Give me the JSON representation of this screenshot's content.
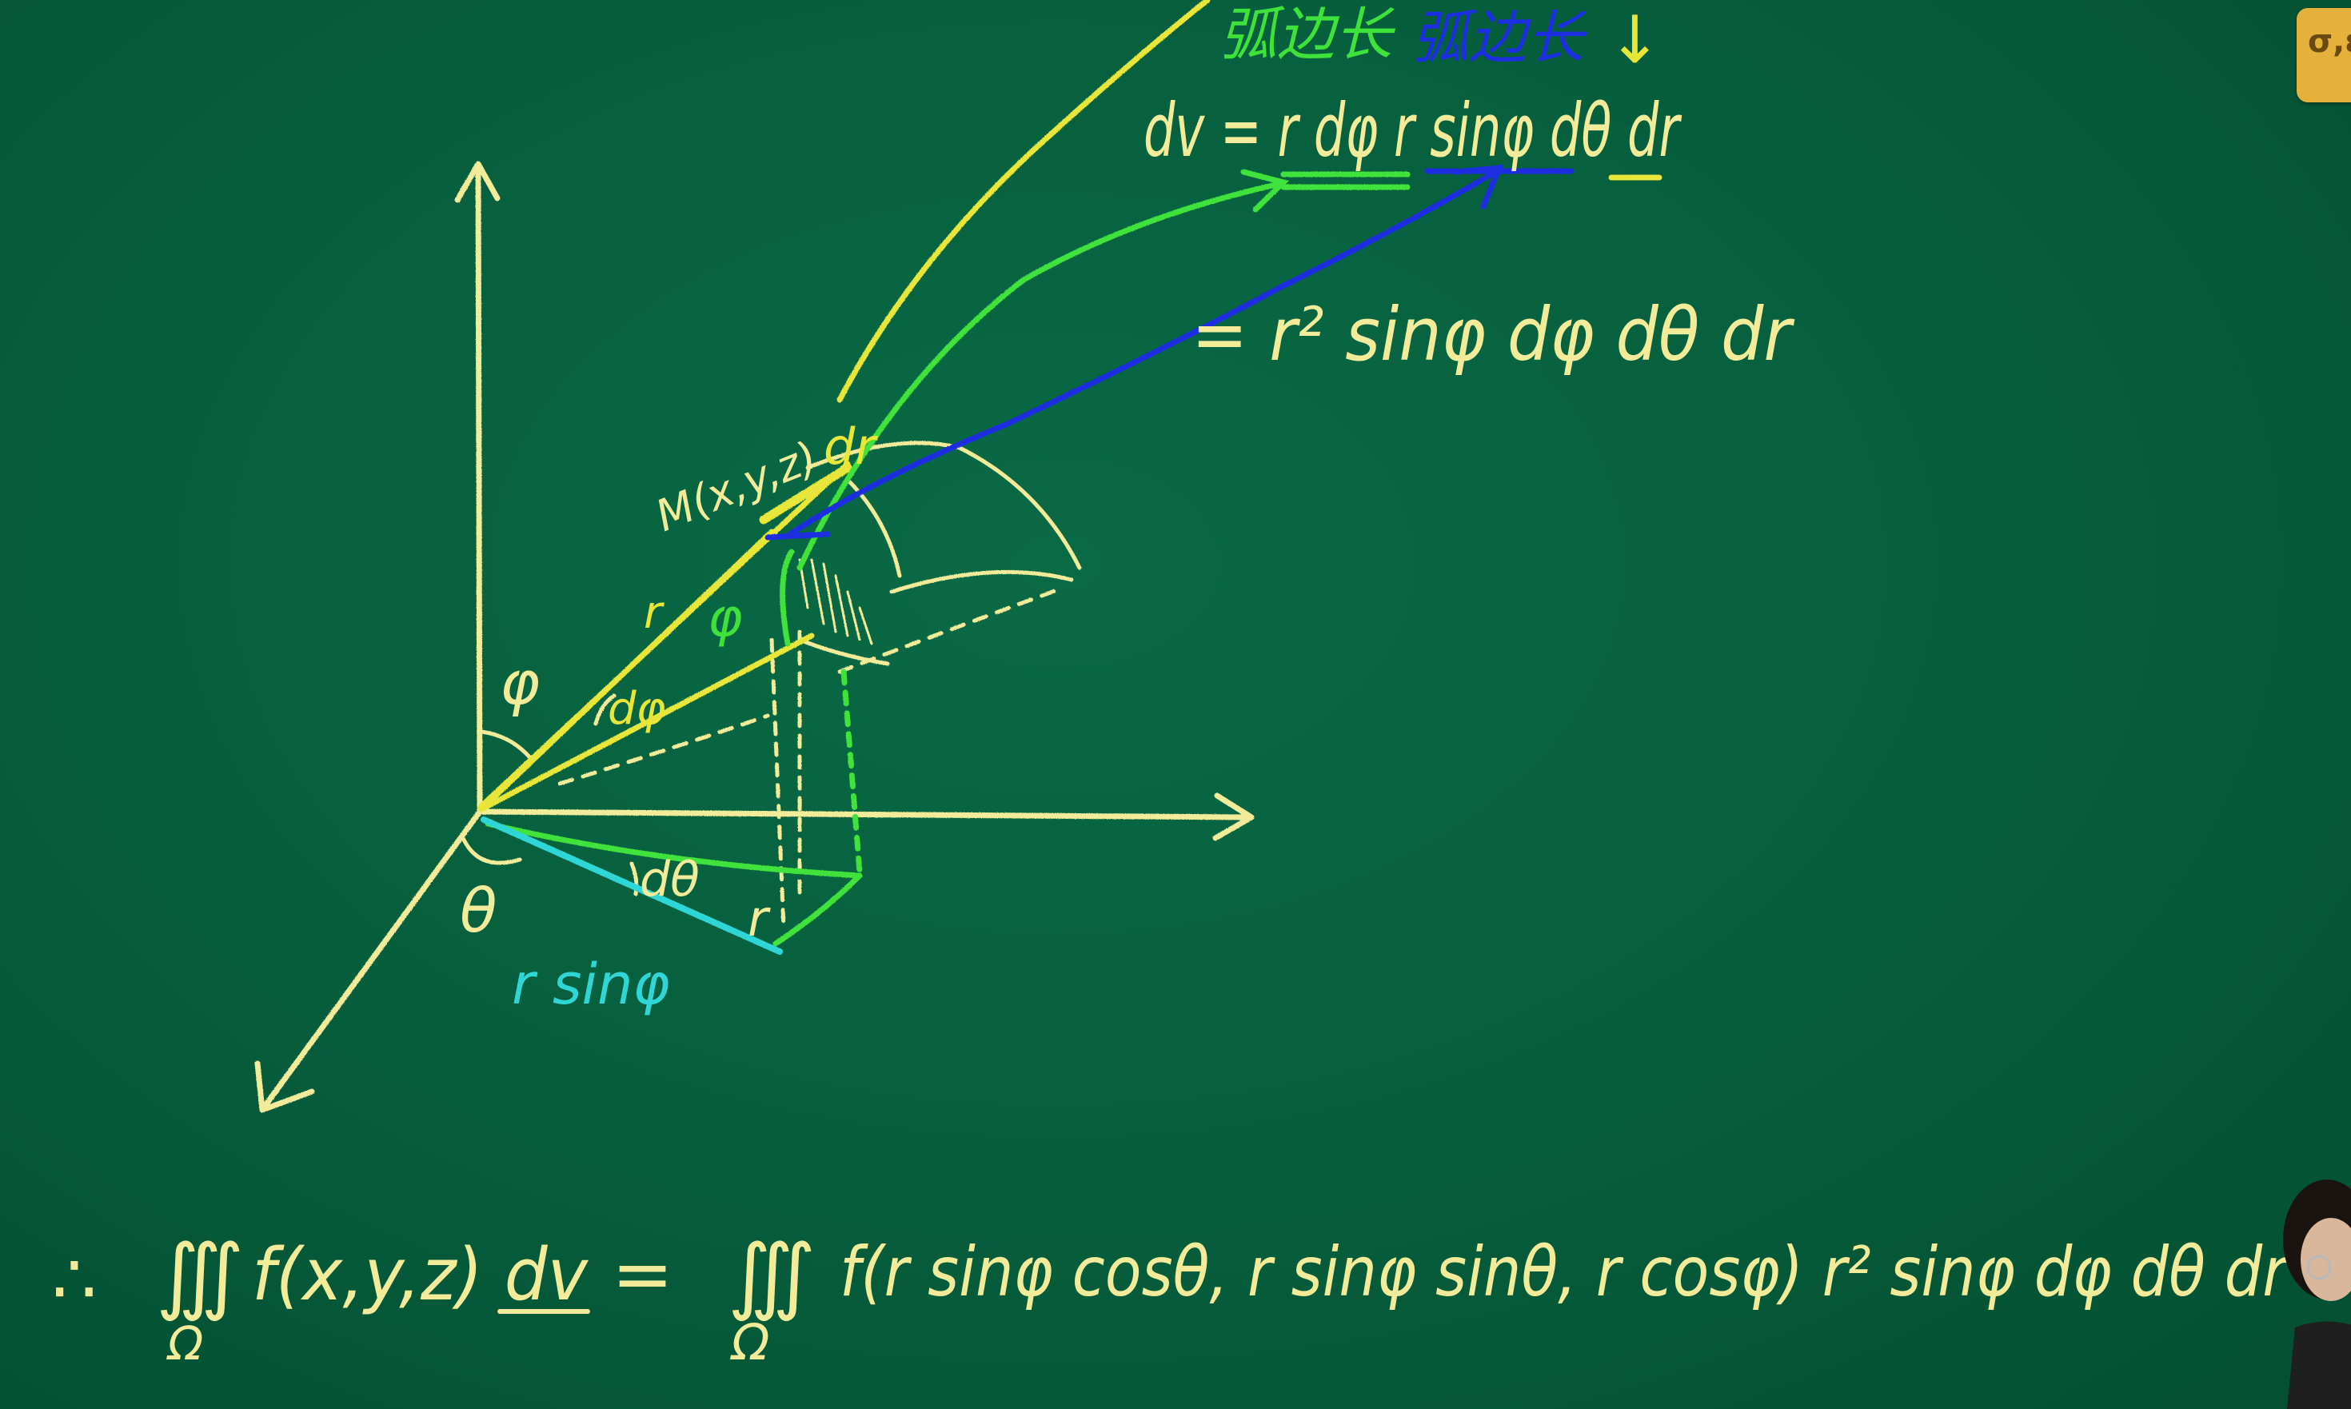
{
  "board": {
    "background_color": "#065d3c",
    "chalk_colors": {
      "cream": "#f2ec9a",
      "yellow": "#e9e63a",
      "green": "#3fe23a",
      "blue": "#1c2fe0",
      "cyan": "#2fd6d6"
    }
  },
  "header": {
    "label_green": "弧边长",
    "label_blue": "弧边长",
    "arrow": "↓"
  },
  "formula": {
    "line1": "dv = r dφ r sinφ dθ dr",
    "line2": "= r² sinφ dφ dθ dr"
  },
  "diagram": {
    "angle_phi": "φ",
    "angle_dphi": "dφ",
    "angle_theta": "θ",
    "angle_dtheta": "dθ",
    "point_label": "M(x,y,z)",
    "edge_dr": "dr",
    "edge_r": "r",
    "inner_phi": "φ",
    "projected_r": "r",
    "projected_rsin": "r sinφ"
  },
  "conclusion": {
    "therefore": "∴",
    "integral": "∭",
    "domain": "Ω",
    "lhs": "f(x,y,z) dv",
    "equals": "=",
    "rhs": "f(r sinφ cosθ, r sinφ sinθ, r cosφ) r² sinφ dφ dθ dr"
  },
  "badge": {
    "text": "σ,ε",
    "icon": "logo-badge-icon"
  }
}
